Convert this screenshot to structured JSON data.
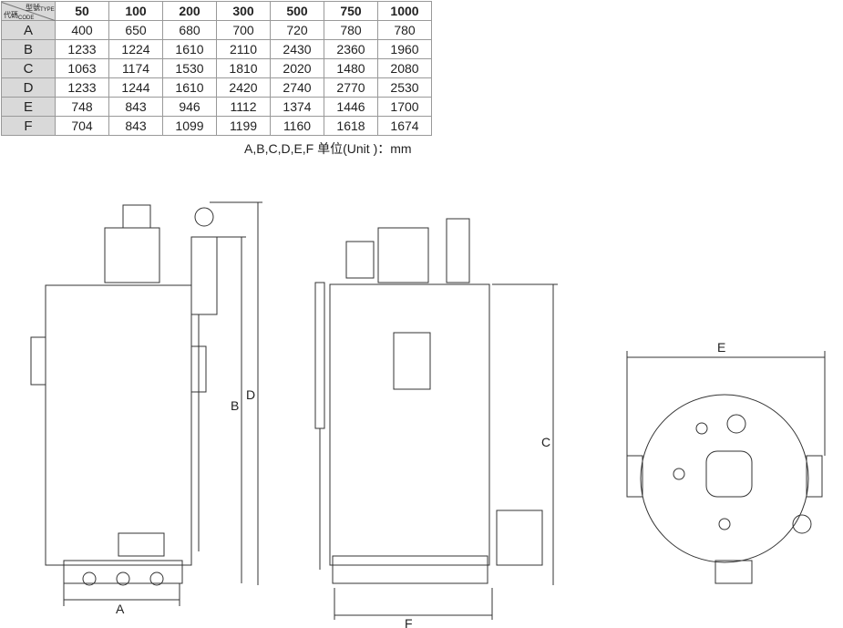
{
  "table": {
    "header_type": "型號 TYPE",
    "header_code": "代碼 CODE",
    "header_type_cn": "型號",
    "header_type_en": "TYPE",
    "header_code_cn": "代碼",
    "header_code_en": "CODE",
    "columns": [
      "50",
      "100",
      "200",
      "300",
      "500",
      "750",
      "1000"
    ],
    "rows": [
      {
        "code": "A",
        "values": [
          "400",
          "650",
          "680",
          "700",
          "720",
          "780",
          "780"
        ]
      },
      {
        "code": "B",
        "values": [
          "1233",
          "1224",
          "1610",
          "2110",
          "2430",
          "2360",
          "1960"
        ]
      },
      {
        "code": "C",
        "values": [
          "1063",
          "1174",
          "1530",
          "1810",
          "2020",
          "1480",
          "2080"
        ]
      },
      {
        "code": "D",
        "values": [
          "1233",
          "1244",
          "1610",
          "2420",
          "2740",
          "2770",
          "2530"
        ]
      },
      {
        "code": "E",
        "values": [
          "748",
          "843",
          "946",
          "1112",
          "1374",
          "1446",
          "1700"
        ]
      },
      {
        "code": "F",
        "values": [
          "704",
          "843",
          "1099",
          "1199",
          "1160",
          "1618",
          "1674"
        ]
      }
    ],
    "unit_note": "A,B,C,D,E,F  单位(Unit )：mm"
  },
  "dimensions": {
    "A": "A",
    "B": "B",
    "C": "C",
    "D": "D",
    "E": "E",
    "F": "F"
  }
}
